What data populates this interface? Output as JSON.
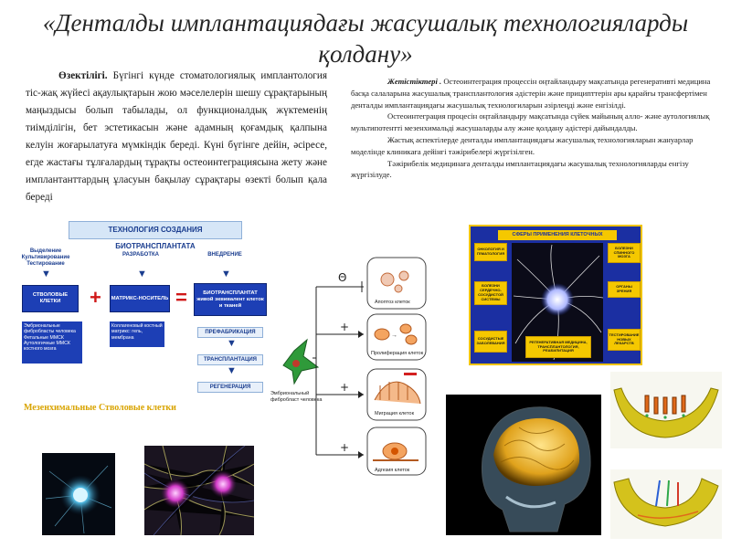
{
  "title": "«Денталды имплантациядағы жасушалық технологияларды қолдану»",
  "left_text": {
    "lead": "Өзектілігі.",
    "body": "Бүгінгі күнде стоматологиялық имплантология тіс-жақ жүйесі ақаулықтарын жою мәселелерін шешу сұрақтарының маңыздысы болып табылады, ол функционалдық жүктеменің тиімділігін, бет эстетикасын және адамның қоғамдық қалпына келуін жоғарылатуға мүмкіндік береді. Күні бүгінге дейін, әсіресе, егде жастағы тұлғалардың тұрақты остеоинтеграциясына жету және имплантанттардың ұласуын бақылау сұрақтары өзекті болып қала береді"
  },
  "right_text": {
    "lead": "Жетістіктері .",
    "p1": "Остеоинтеграция процессін оңтайландыру мақсатында регенеративті медицина басқа салаларына жасушалық трансплантология әдістерін және приципттерін ары қарайғы трансфертімен денталды имплантациядағы жасушалық технологиларын әзірлеңді және енгізілді.",
    "p2": "Остеоинтеграция процесін оңтайландыру мақсатында сүйек майының алло- және аутологиялық мультипотентті мезенхимальді жасушаларды алу және қолдану әдістері дайындалды.",
    "p3": "Жастық аспектілерде денталды имплантациядағы жасушалық технологияларын жануарлар моделінде клиникаға дейінгі тәжірибелері жүргізілген.",
    "p4": "Тәжірибелік медицинаға денталды имплантациядағы жасушалық технологияларды енгізу жүргізілуде."
  },
  "scheme": {
    "title": "ТЕХНОЛОГИЯ СОЗДАНИЯ БИОТРАНСПЛАНТАТА",
    "col1_label": "Выделение Культивирование Тестирование",
    "col2_label": "РАЗРАБОТКА",
    "col3_label": "ВНЕДРЕНИЕ",
    "box1": "СТВОЛОВЫЕ КЛЕТКИ",
    "box2": "МАТРИКС-НОСИТЕЛЬ",
    "box3": "БИОТРАНСПЛАНТАТ живой эквивалент клеток и тканей",
    "src1": "Эмбриональные фибробласты человека Фетальные ММСК Аутологичные ММСК костного мозга",
    "src2": "Коллагеновый костный матрикс: гель, мембрана",
    "step1": "ПРЕФАБРИКАЦИЯ",
    "step2": "ТРАНСПЛАНТАЦИЯ",
    "step3": "РЕГЕНЕРАЦИЯ",
    "plus": "+",
    "equals": "="
  },
  "msc_caption": "Мезенхимальные Стволовые клетки",
  "cell_diagram": {
    "source_cell": "Эмбриональный фибробласт человека",
    "signs": [
      "Θ",
      "+",
      "+",
      "+"
    ],
    "labels": [
      "Апоптоз клеток",
      "Пролиферация клеток",
      "Миграция клеток",
      "Адгезия клеток"
    ]
  },
  "sphere": {
    "title": "СФЕРЫ ПРИМЕНЕНИЯ КЛЕТОЧНЫХ ТЕХНОЛОГИЙ",
    "tiles": [
      "ОНКОЛОГИЯ И ГЕМАТОЛОГИЯ",
      "БОЛЕЗНИ СПИННОГО МОЗГА",
      "БОЛЕЗНИ СЕРДЕЧНО-СОСУДИСТОЙ СИСТЕМЫ",
      "ОРГАНЫ ЗРЕНИЯ",
      "СОСУДИСТЫЕ ЗАБОЛЕВАНИЯ",
      "РЕГЕНЕРАТИВНАЯ МЕДИЦИНА, ТРАНСПЛАНТОЛОГИЯ, РЕАБИЛИТАЦИЯ",
      "ТЕСТИРОВАНИЕ НОВЫХ ЛЕКАРСТВ"
    ]
  },
  "colors": {
    "scheme_blue": "#1d3fb5",
    "caption_gold": "#d9a400",
    "sphere_blue": "#1b2fa2",
    "sphere_gold": "#f5c800"
  }
}
